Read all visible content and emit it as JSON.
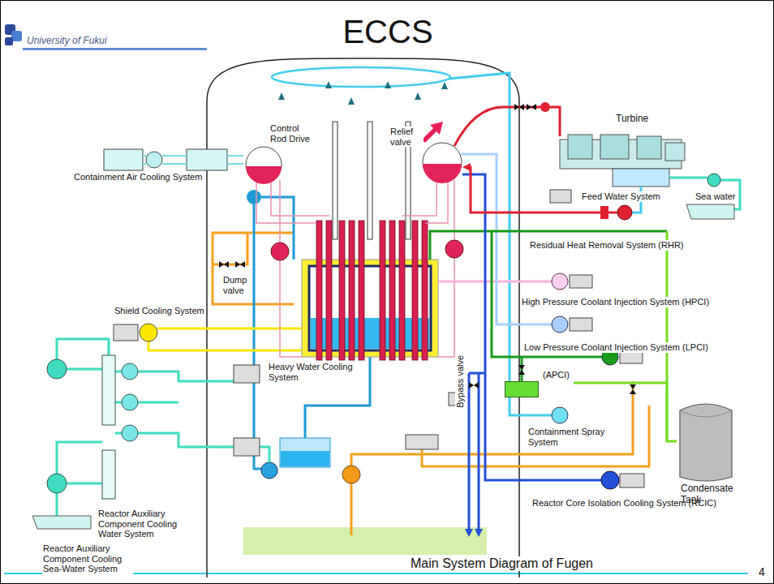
{
  "diagram": {
    "title": "ECCS",
    "caption": "Main System Diagram of Fugen",
    "nodes": [
      {
        "text": [
          "Turbine"
        ]
      },
      {
        "text": [
          "(APCI)"
        ]
      },
      {
        "text": [
          "Condensate Tank"
        ]
      }
    ],
    "edges": [
      {
        "from": 2,
        "to": 1,
        "arrow": "none"
      }
    ],
    "labels": [
      "University of Fukui",
      "Containment Air Cooling System",
      "Control Rod Drive",
      "Relief valve",
      "Feed Water System",
      "Sea water",
      "Residual Heat Removal System (RHR)",
      "Dump valve",
      "Shield Cooling System",
      "High Pressure Coolant Injection System (HPCI)",
      "Low Pressure Coolant Injection System (LPCI)",
      "Heavy Water Cooling System",
      "Bypass valve",
      "Containment Spray System",
      "Reactor Auxiliary Component Cooling Water System",
      "Reactor Core Isolation Cooling System (RCIC)",
      "Reactor Auxiliary Component Cooling Sea-Water System",
      "4"
    ]
  }
}
